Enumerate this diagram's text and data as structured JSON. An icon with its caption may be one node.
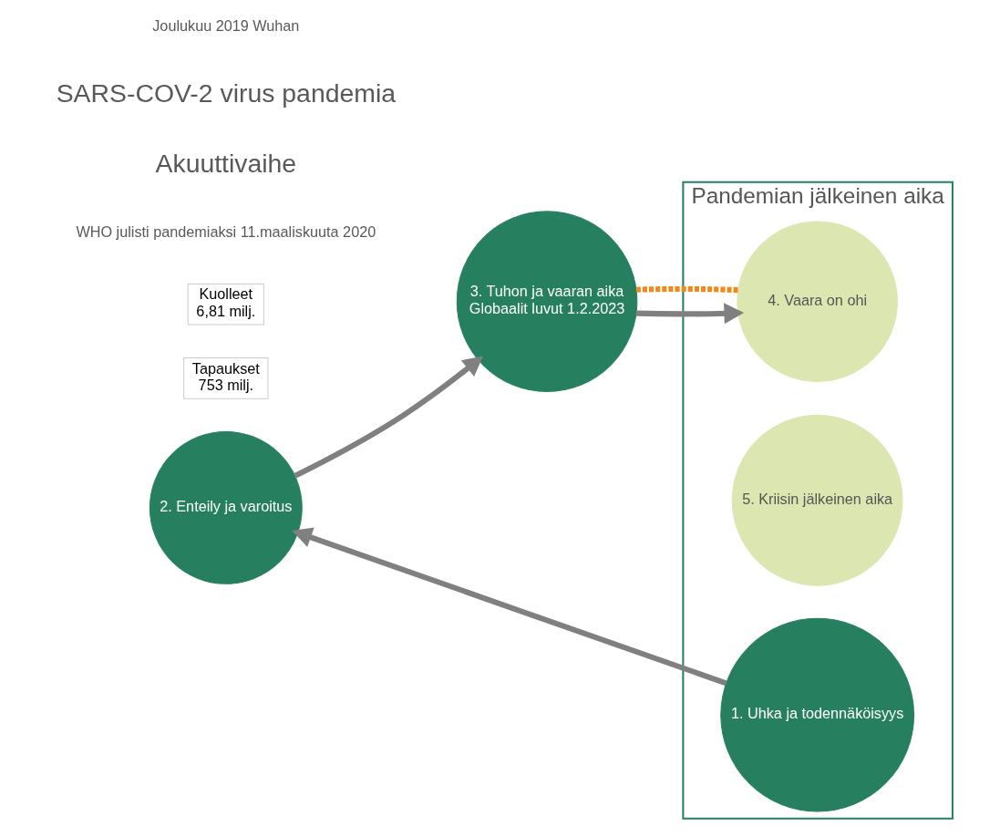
{
  "diagram": {
    "nodes": [
      {
        "text": [
          "2. Enteily ja varoitus"
        ]
      },
      {
        "text": [
          "3. Tuhon ja vaaran aika",
          "Globaalit luvut 1.2.2023"
        ]
      },
      {
        "text": [
          "Tapaukset",
          "753 milj."
        ]
      },
      {
        "text": [
          "Kuolleet",
          "6,81 milj."
        ]
      },
      {
        "text": [
          "Pandemian jälkeinen aika"
        ]
      },
      {
        "text": [
          "1. Uhka ja todennäköisyys"
        ],
        "in": 4
      },
      {
        "text": [
          "5. Kriisin jälkeinen aika"
        ],
        "in": 4
      },
      {
        "text": [
          "4. Vaara on ohi"
        ],
        "in": 4
      }
    ],
    "edges": [
      {
        "from": 5,
        "to": 0,
        "arrow": "to"
      },
      {
        "from": 0,
        "to": 1,
        "arrow": "to"
      },
      {
        "from": 1,
        "to": 7,
        "arrow": "to"
      },
      {
        "from": 1,
        "to": 7,
        "arrow": "none",
        "style": "dashed",
        "color": "#ee8a1a"
      }
    ],
    "labels": [
      "WHO julisti pandemiaksi 11.maaliskuuta 2020",
      "Akuuttivaihe",
      "SARS-COV-2 virus pandemia",
      "Joulukuu 2019 Wuhan"
    ]
  }
}
